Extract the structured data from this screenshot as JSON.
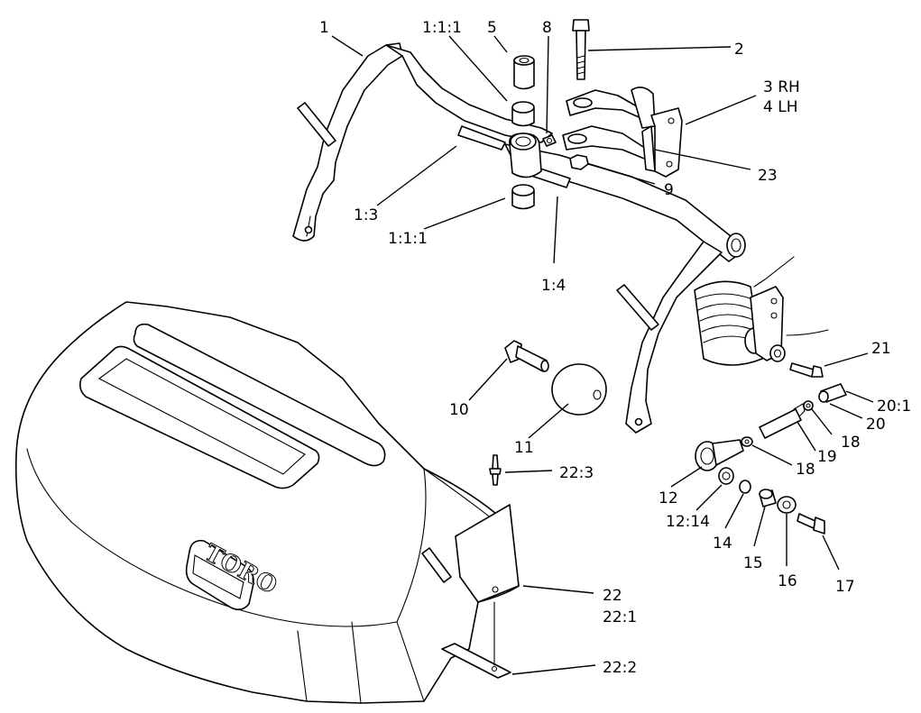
{
  "logo_text": "TORO",
  "callouts": {
    "c1": "1",
    "c111a": "1:1:1",
    "c5": "5",
    "c8": "8",
    "c2": "2",
    "c3rh": "3 RH",
    "c4lh": "4 LH",
    "c23": "23",
    "c9": "9",
    "c13": "1:3",
    "c111b": "1:1:1",
    "c14": "1:4",
    "c10": "10",
    "c11": "11",
    "c21": "21",
    "c201": "20:1",
    "c20": "20",
    "c18a": "18",
    "c19": "19",
    "c18b": "18",
    "c223": "22:3",
    "c12": "12",
    "c1214": "12:14",
    "c14b": "14",
    "c15": "15",
    "c16": "16",
    "c17": "17",
    "c22": "22",
    "c221": "22:1",
    "c222": "22:2"
  }
}
